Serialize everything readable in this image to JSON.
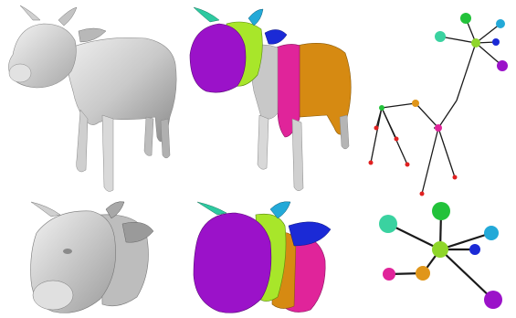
{
  "figure": {
    "rows": [
      "whole-body",
      "head-closeup"
    ],
    "columns": [
      "gray-mesh",
      "segmented-mesh",
      "skeleton-graph"
    ]
  },
  "colors": {
    "background": "#ffffff",
    "mesh_light": "#e6e6e6",
    "mesh_mid": "#bdbdbd",
    "mesh_dark": "#7a7a7a",
    "segment_purple": "#9b12c9",
    "segment_lime": "#a8e62a",
    "segment_magenta": "#e0249a",
    "segment_orange": "#d68a12",
    "segment_blue": "#1b2ad6",
    "segment_cyan": "#23a9d8",
    "segment_teal": "#2ec9a0",
    "node_green": "#22c23a",
    "node_lime": "#8fd62a",
    "node_teal": "#3ad2a0",
    "node_cyan": "#23a9d8",
    "node_blue": "#1b2ad6",
    "node_purple": "#9b12c9",
    "node_magenta": "#e0249a",
    "node_orange": "#e0961a",
    "node_red": "#e02020",
    "edge": "#1a1a1a"
  }
}
